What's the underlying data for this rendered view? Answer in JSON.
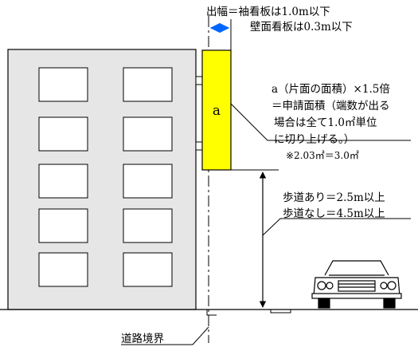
{
  "protrusion": {
    "line1": "出幅＝袖看板は1.0m以下",
    "line2": "壁面看板は0.3m以下"
  },
  "sign": {
    "letter": "a",
    "fill_color": "#ffff00"
  },
  "area_note": {
    "line1": "a（片面の面積）×1.5倍",
    "line2": "＝申請面積（端数が出る",
    "line3": "場合は全て1.0㎡単位",
    "line4": "に切り上げる。）",
    "example": "※2.03㎡＝3.0㎡"
  },
  "clearance": {
    "with_sidewalk": "歩道あり＝2.5m以上",
    "without_sidewalk": "歩道なし＝4.5m以上"
  },
  "boundary_label": "道路境界",
  "colors": {
    "building": "#e6e6e6",
    "dimension_arrow": "#0066ff",
    "line": "#000000"
  }
}
